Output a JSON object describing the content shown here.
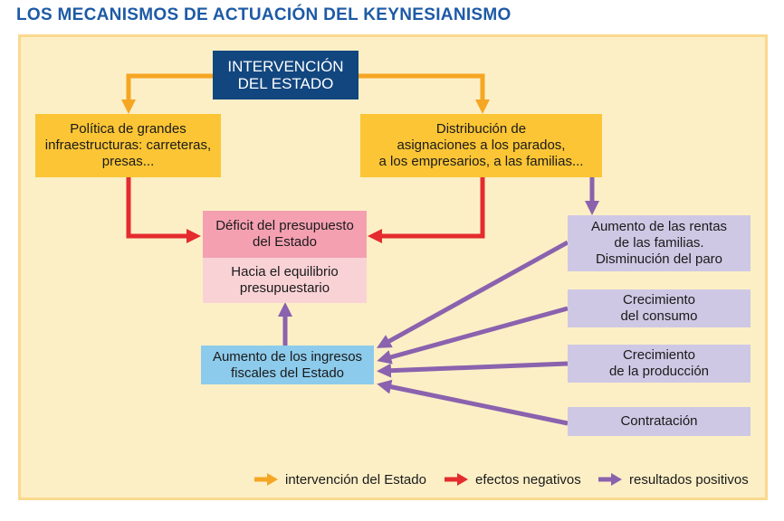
{
  "title": "LOS MECANISMOS DE ACTUACIÓN DEL KEYNESIANISMO",
  "colors": {
    "panel_bg": "#fcefc6",
    "orange_arrow": "#f5a623",
    "red_arrow": "#e42b2e",
    "purple_arrow": "#8a62ae",
    "navy_box": "#12467f",
    "yellow_box": "#fbc535",
    "pink_box": "#f4a0b1",
    "blue_box": "#8dcbec",
    "lavender_box": "#cfc8e4"
  },
  "boxes": {
    "intervencion": "INTERVENCIÓN\nDEL ESTADO",
    "infraestructuras": "Política de grandes\ninfraestructuras: carreteras,\npresas...",
    "distribucion": "Distribución de\nasignaciones a los parados,\na los empresarios, a las familias...",
    "deficit": "Déficit del presupuesto\ndel Estado",
    "equilibrio": "Hacia el equilibrio\npresupuestario",
    "ingresos": "Aumento de los ingresos\nfiscales del Estado",
    "rentas": "Aumento de las rentas\nde las familias.\nDisminución del paro",
    "consumo": "Crecimiento\ndel consumo",
    "produccion": "Crecimiento\nde la producción",
    "contratacion": "Contratación"
  },
  "legend": [
    {
      "label": "intervención del Estado",
      "color": "#f5a623"
    },
    {
      "label": "efectos negativos",
      "color": "#e42b2e"
    },
    {
      "label": "resultados positivos",
      "color": "#8a62ae"
    }
  ]
}
